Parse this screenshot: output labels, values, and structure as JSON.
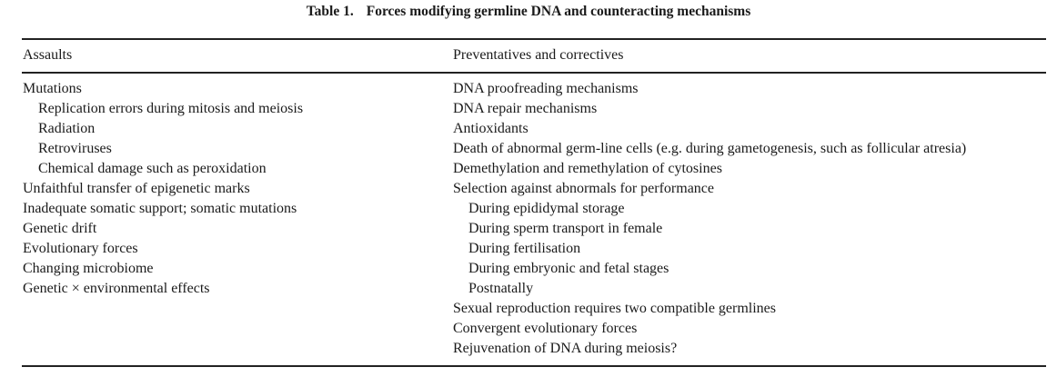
{
  "table": {
    "caption_label": "Table 1.",
    "caption_title": "Forces modifying germline DNA and counteracting mechanisms",
    "headers": [
      "Assaults",
      "Preventatives and correctives"
    ],
    "assaults": [
      {
        "text": "Mutations",
        "indent": 0
      },
      {
        "text": "Replication errors during mitosis and meiosis",
        "indent": 1
      },
      {
        "text": "Radiation",
        "indent": 1
      },
      {
        "text": "Retroviruses",
        "indent": 1
      },
      {
        "text": "Chemical damage such as peroxidation",
        "indent": 1
      },
      {
        "text": "Unfaithful transfer of epigenetic marks",
        "indent": 0
      },
      {
        "text": "Inadequate somatic support; somatic mutations",
        "indent": 0
      },
      {
        "text": "Genetic drift",
        "indent": 0
      },
      {
        "text": "Evolutionary forces",
        "indent": 0
      },
      {
        "text": "Changing microbiome",
        "indent": 0
      },
      {
        "text": "Genetic × environmental effects",
        "indent": 0
      }
    ],
    "preventatives": [
      {
        "text": "DNA proofreading mechanisms",
        "indent": 0
      },
      {
        "text": "DNA repair mechanisms",
        "indent": 0
      },
      {
        "text": "Antioxidants",
        "indent": 0
      },
      {
        "text": "Death of abnormal germ-line cells (e.g. during gametogenesis, such as follicular atresia)",
        "indent": 0
      },
      {
        "text": "Demethylation and remethylation of cytosines",
        "indent": 0
      },
      {
        "text": "Selection against abnormals for performance",
        "indent": 0
      },
      {
        "text": "During epididymal storage",
        "indent": 1
      },
      {
        "text": "During sperm transport in female",
        "indent": 1
      },
      {
        "text": "During fertilisation",
        "indent": 1
      },
      {
        "text": "During embryonic and fetal stages",
        "indent": 1
      },
      {
        "text": "Postnatally",
        "indent": 1
      },
      {
        "text": "Sexual reproduction requires two compatible germlines",
        "indent": 0
      },
      {
        "text": "Convergent evolutionary forces",
        "indent": 0
      },
      {
        "text": "Rejuvenation of DNA during meiosis?",
        "indent": 0
      }
    ]
  }
}
